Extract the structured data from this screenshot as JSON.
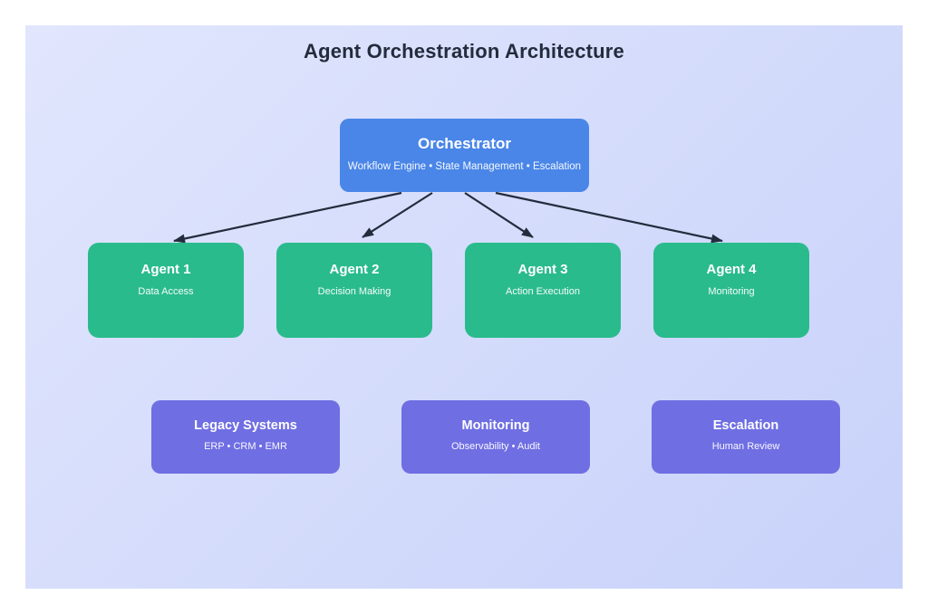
{
  "diagram": {
    "title": "Agent Orchestration Architecture",
    "orchestrator": {
      "title": "Orchestrator",
      "subtitle": "Workflow Engine • State Management • Escalation"
    },
    "agents": [
      {
        "title": "Agent 1",
        "subtitle": "Data Access"
      },
      {
        "title": "Agent 2",
        "subtitle": "Decision Making"
      },
      {
        "title": "Agent 3",
        "subtitle": "Action Execution"
      },
      {
        "title": "Agent 4",
        "subtitle": "Monitoring"
      }
    ],
    "systems": [
      {
        "title": "Legacy Systems",
        "subtitle": "ERP • CRM • EMR"
      },
      {
        "title": "Monitoring",
        "subtitle": "Observability • Audit"
      },
      {
        "title": "Escalation",
        "subtitle": "Human Review"
      }
    ],
    "colors": {
      "orchestrator": "#4a86e8",
      "agent": "#2abb8c",
      "system": "#6f6ee3",
      "arrow": "#232c3d",
      "title_text": "#232c3d",
      "panel_gradient_start": "#e1e6fd",
      "panel_gradient_end": "#c8d2fa"
    }
  }
}
